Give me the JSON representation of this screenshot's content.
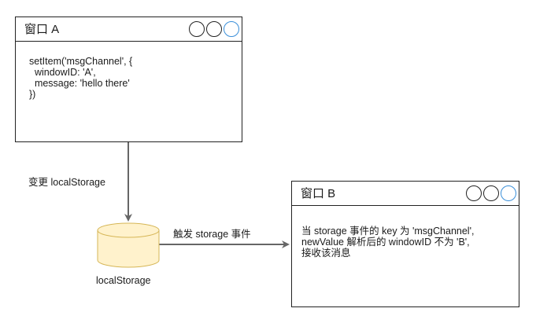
{
  "window_a": {
    "title": "窗口 A",
    "code": "setItem('msgChannel', {\n  windowID: 'A',\n  message: 'hello there'\n})"
  },
  "window_b": {
    "title": "窗口 B",
    "text": "当 storage 事件的 key 为 'msgChannel',\nnewValue 解析后的 windowID 不为 'B',\n接收该消息"
  },
  "labels": {
    "change": "变更 localStorage",
    "trigger": "触发 storage 事件",
    "db": "localStorage"
  },
  "colors": {
    "db_fill": "#fff2cc",
    "db_stroke": "#d6b656",
    "edge": "#666666",
    "control_accent": "#3a8fd9"
  }
}
